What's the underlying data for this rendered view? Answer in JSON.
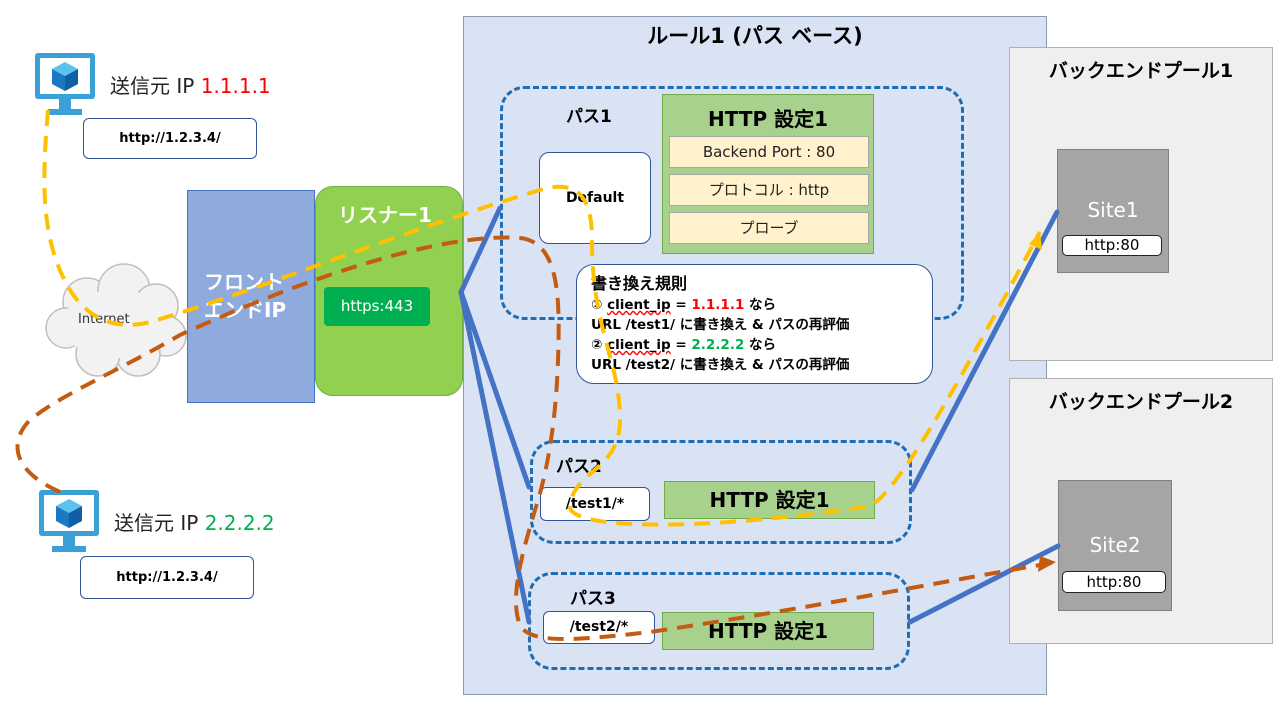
{
  "rule": {
    "title": "ルール1 (パス ベース)"
  },
  "sources": [
    {
      "label_prefix": "送信元 IP ",
      "ip": "1.1.1.1",
      "ip_color": "#ff0000",
      "url": "http://1.2.3.4/"
    },
    {
      "label_prefix": "送信元 IP ",
      "ip": "2.2.2.2",
      "ip_color": "#00b050",
      "url": "http://1.2.3.4/"
    }
  ],
  "internet": {
    "label": "Internet"
  },
  "frontend": {
    "line1": "フロント",
    "line2": "エンドIP"
  },
  "listener": {
    "title": "リスナー1",
    "port": "https:443"
  },
  "paths": [
    {
      "label": "パス1",
      "pattern": "Default"
    },
    {
      "label": "パス2",
      "pattern": "/test1/*",
      "http": "HTTP 設定1"
    },
    {
      "label": "パス3",
      "pattern": "/test2/*",
      "http": "HTTP 設定1"
    }
  ],
  "http_settings": {
    "title": "HTTP 設定1",
    "items": [
      "Backend Port : 80",
      "プロトコル : http",
      "プローブ"
    ]
  },
  "rewrite": {
    "title": "書き換え規則",
    "rule1": {
      "num": "①",
      "key": "client_ip",
      "eq": " = ",
      "ip": "1.1.1.1",
      "suffix": " なら",
      "action": "URL /test1/ に書き換え & パスの再評価"
    },
    "rule2": {
      "num": "②",
      "key": "client_ip",
      "eq": " = ",
      "ip": "2.2.2.2",
      "suffix": " なら",
      "action": "URL /test2/ に書き換え & パスの再評価"
    }
  },
  "pools": [
    {
      "title": "バックエンドプール1",
      "site": "Site1",
      "port": "http:80"
    },
    {
      "title": "バックエンドプール2",
      "site": "Site2",
      "port": "http:80"
    }
  ],
  "colors": {
    "flow_source1": "#ffc000",
    "flow_source2": "#c55a11",
    "connector": "#4472c4",
    "dashed_border": "#1f6eb5"
  }
}
